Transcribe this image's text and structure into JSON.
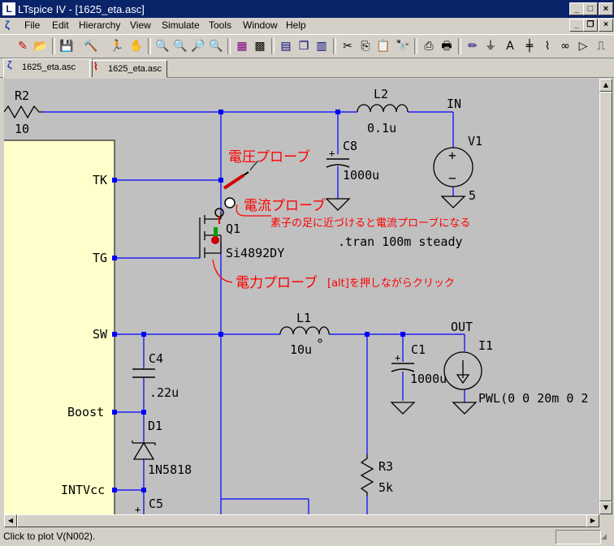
{
  "window": {
    "title": "LTspice IV - [1625_eta.asc]"
  },
  "menu": [
    "File",
    "Edit",
    "Hierarchy",
    "View",
    "Simulate",
    "Tools",
    "Window",
    "Help"
  ],
  "tabs": [
    {
      "label": "1625_eta.asc"
    },
    {
      "label": "1625_eta.asc"
    }
  ],
  "schematic": {
    "components": {
      "R2": {
        "name": "R2",
        "value": "10"
      },
      "L2": {
        "name": "L2",
        "value": "0.1u"
      },
      "C8": {
        "name": "C8",
        "value": "1000u"
      },
      "V1": {
        "name": "V1",
        "value": "5"
      },
      "Q1": {
        "name": "Q1",
        "value": "Si4892DY"
      },
      "L1": {
        "name": "L1",
        "value": "10u"
      },
      "C1": {
        "name": "C1",
        "value": "1000u"
      },
      "I1": {
        "name": "I1",
        "value": "PWL(0 0 20m 0 2"
      },
      "C4": {
        "name": "C4",
        "value": ".22u"
      },
      "D1": {
        "name": "D1",
        "value": "1N5818"
      },
      "R3": {
        "name": "R3",
        "value": "5k"
      },
      "C5": {
        "name": "C5"
      }
    },
    "net_labels": {
      "in": "IN",
      "out": "OUT"
    },
    "ic_pins": {
      "tk": "TK",
      "tg": "TG",
      "sw": "SW",
      "boost": "Boost",
      "intvcc": "INTVcc"
    },
    "directive": ".tran 100m steady",
    "polarity": {
      "plus": "+",
      "minus": "−"
    },
    "annotations": {
      "voltage_probe": "電圧プローブ",
      "current_probe": "電流プローブ",
      "current_probe_note": "素子の足に近づけると電流プローブになる",
      "power_probe": "電力プローブ",
      "power_probe_note": "[alt]を押しながらクリック"
    },
    "colors": {
      "wire": "#0000ff",
      "background": "#c0c0c0",
      "annotation": "#ff0000",
      "component": "#000000"
    }
  },
  "status": {
    "text": "Click to plot V(N002)."
  }
}
